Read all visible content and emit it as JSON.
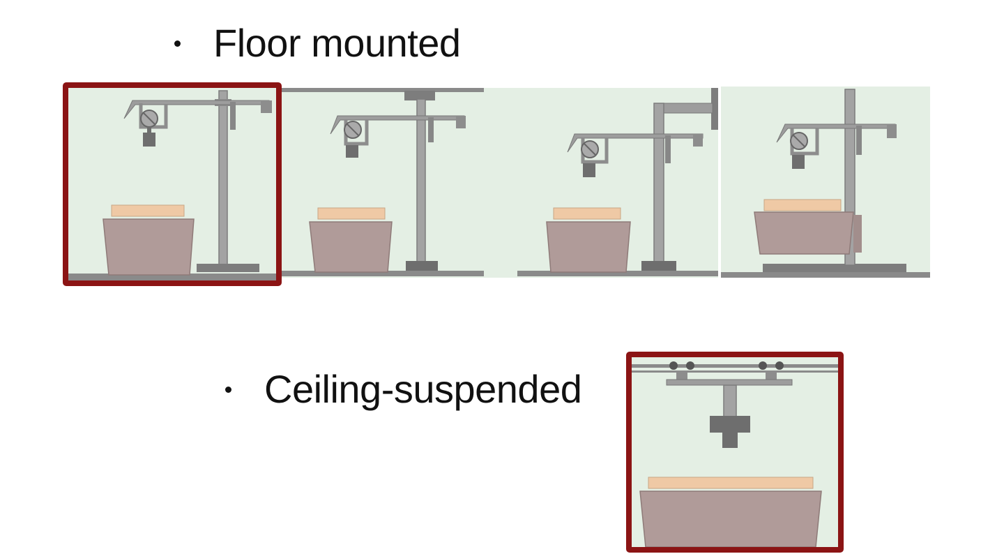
{
  "slide": {
    "floor_heading": "Floor mounted",
    "ceiling_heading": "Ceiling-suspended"
  },
  "colors": {
    "panel_bg": "#e4efe4",
    "highlight": "#8b1414",
    "metal": "#9d9d9d",
    "metal_dark": "#6e6e6e",
    "table_base": "#b09b99",
    "table_pad": "#efc9a5"
  },
  "diagrams": [
    {
      "label": "floor-mounted-stand-1",
      "highlighted": true
    },
    {
      "label": "floor-mounted-stand-2",
      "highlighted": false
    },
    {
      "label": "floor-mounted-stand-3",
      "highlighted": false
    },
    {
      "label": "floor-mounted-stand-4",
      "highlighted": false
    },
    {
      "label": "ceiling-suspended-stand",
      "highlighted": true
    }
  ]
}
